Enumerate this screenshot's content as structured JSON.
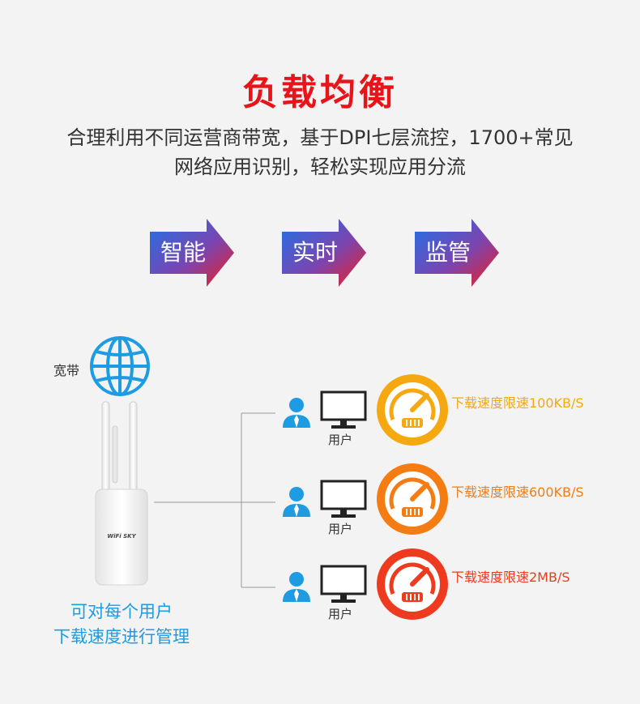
{
  "title": "负载均衡",
  "description": {
    "line1": "合理利用不同运营商带宽，基于DPI七层流控，1700+常见",
    "line2": "网络应用识别，轻松实现应用分流"
  },
  "features": [
    "智能",
    "实时",
    "监管"
  ],
  "diagram": {
    "broadband_label": "宽带",
    "router_brand": "WiFi SKY",
    "router_caption": [
      "可对每个用户",
      "下载速度进行管理"
    ],
    "users": [
      {
        "label": "用户",
        "limit": "下载速度限速100KB/S",
        "color": "#f5a80f"
      },
      {
        "label": "用户",
        "limit": "下载速度限速600KB/S",
        "color": "#f47c12"
      },
      {
        "label": "用户",
        "limit": "下载速度限速2MB/S",
        "color": "#ee3a1e"
      }
    ]
  },
  "colors": {
    "title": "#e8141a",
    "accent_blue": "#1d9be3",
    "arrow_start": "#1f72e8",
    "arrow_end": "#f01e1e"
  }
}
